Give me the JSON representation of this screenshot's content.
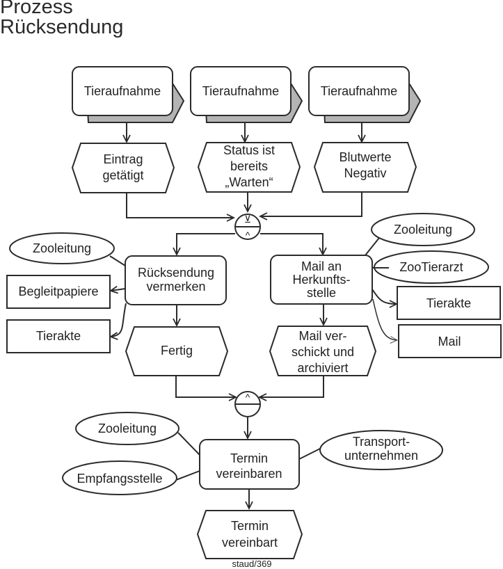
{
  "title": {
    "line1": "Prozess",
    "line2": "Rücksendung"
  },
  "interfaces": [
    {
      "label": "Tieraufnahme"
    },
    {
      "label": "Tieraufnahme"
    },
    {
      "label": "Tieraufnahme"
    }
  ],
  "start_events": [
    {
      "lines": [
        "Eintrag",
        "getätigt"
      ]
    },
    {
      "lines": [
        "Status ist",
        "bereits",
        "„Warten“"
      ]
    },
    {
      "lines": [
        "Blutwerte",
        "Negativ"
      ]
    }
  ],
  "connectors": {
    "top": {
      "type": "XOR-join / AND-split",
      "upper_symbol": "⊻",
      "lower_symbol": "^"
    },
    "bottom": {
      "type": "AND-join",
      "upper_symbol": "^"
    }
  },
  "functions": {
    "ruecksendung": {
      "lines": [
        "Rücksendung",
        "vermerken"
      ]
    },
    "mail": {
      "lines": [
        "Mail an",
        "Herkunfts-",
        "stelle"
      ]
    },
    "termin": {
      "lines": [
        "Termin",
        "vereinbaren"
      ]
    }
  },
  "events": {
    "fertig": {
      "lines": [
        "Fertig"
      ]
    },
    "mail_verschickt": {
      "lines": [
        "Mail ver-",
        "schickt und",
        "archiviert"
      ]
    },
    "termin_vereinbart": {
      "lines": [
        "Termin",
        "vereinbart"
      ]
    }
  },
  "org_units": {
    "left_zooleitung": "Zooleitung",
    "right_zooleitung": "Zooleitung",
    "zootierarzt": "ZooTierarzt",
    "bottom_zooleitung": "Zooleitung",
    "empfangsstelle": "Empfangsstelle",
    "transport": [
      "Transport-",
      "unternehmen"
    ]
  },
  "info_objects": {
    "begleitpapiere": "Begleitpapiere",
    "tierakte_left": "Tierakte",
    "tierakte_right": "Tierakte",
    "mail": "Mail"
  },
  "footer": "staud/369"
}
